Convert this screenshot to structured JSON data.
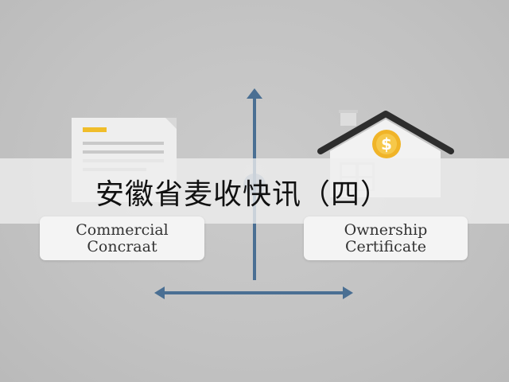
{
  "banner": {
    "title": "安徽省麦收快讯（四）"
  },
  "illustration": {
    "left_card": {
      "line1": "Commercial",
      "line2": "Concraat",
      "icon": "document-icon"
    },
    "right_card": {
      "line1": "Ownership",
      "line2": "Certificate",
      "icon": "house-dollar-icon",
      "currency_symbol": "$"
    },
    "colors": {
      "arrow": "#4a6f93",
      "roof": "#2d2d2d",
      "coin": "#f0b428",
      "document_accent": "#f0bd2a",
      "background": "#c4c4c4"
    }
  }
}
